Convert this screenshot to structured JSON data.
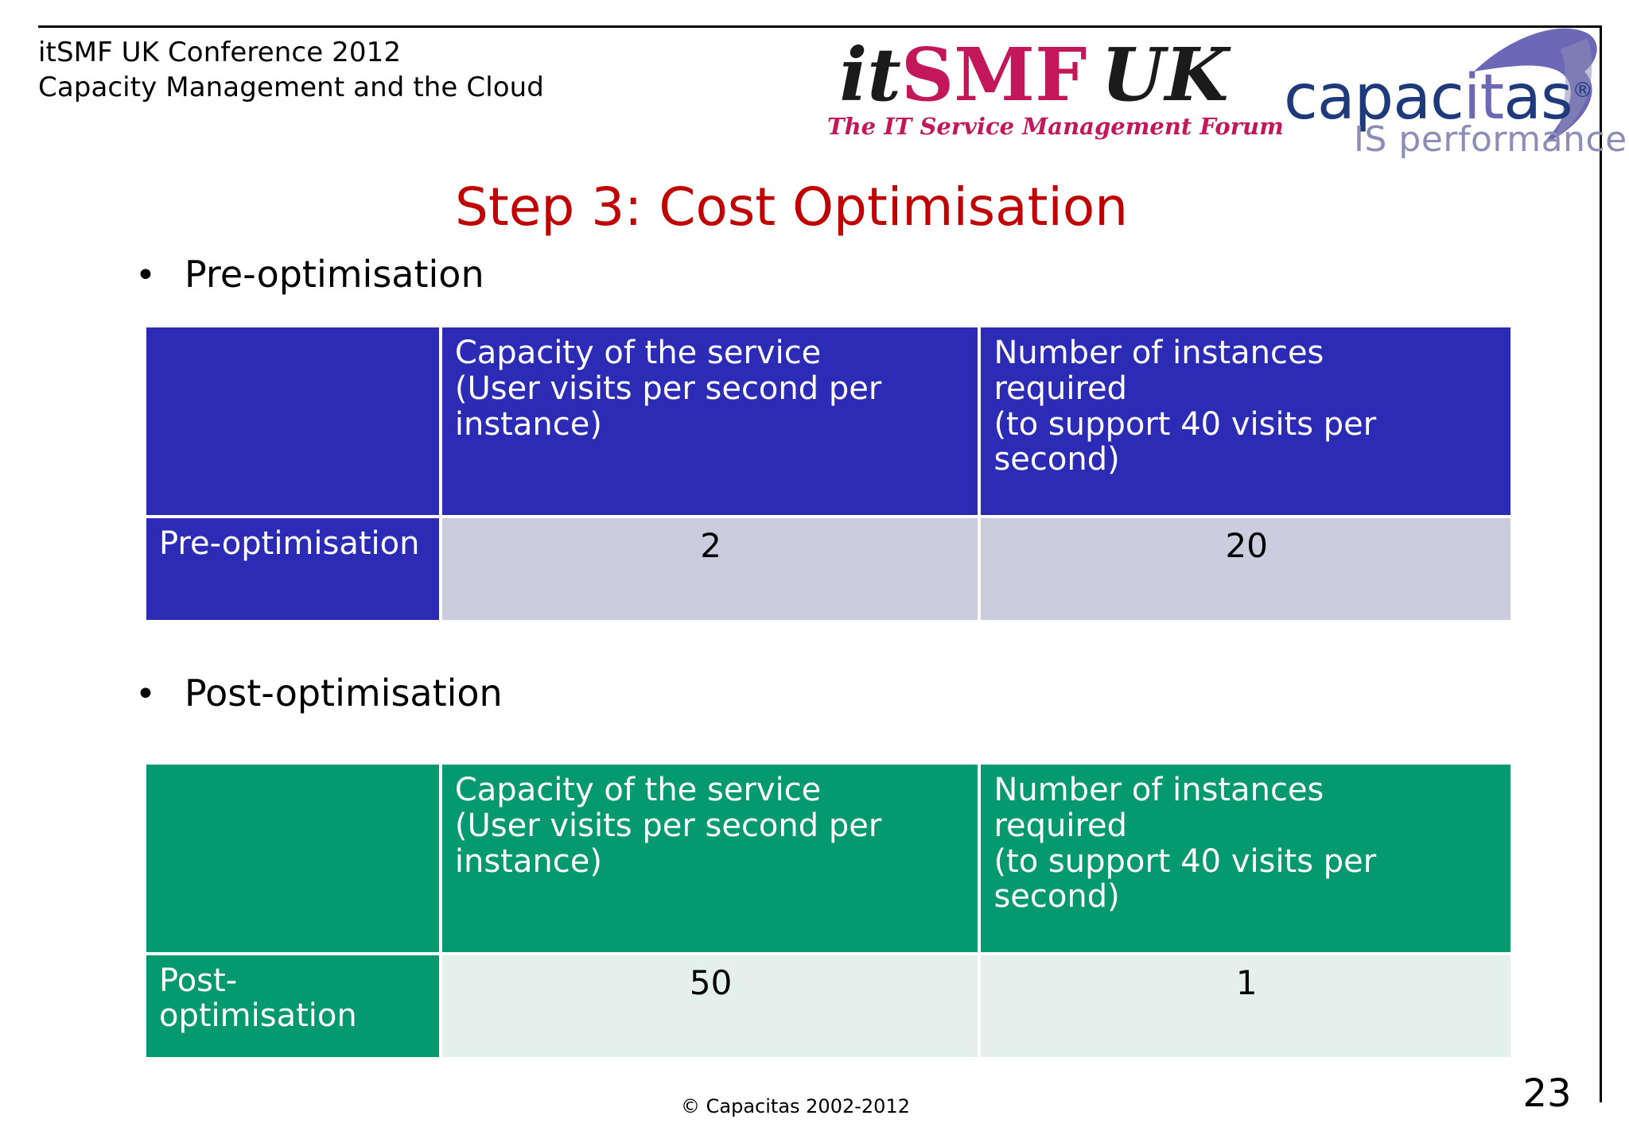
{
  "header": {
    "line1": "itSMF UK Conference 2012",
    "line2": "Capacity Management and the Cloud"
  },
  "logos": {
    "itsmf": {
      "part_it": "it",
      "part_smf": "SMF",
      "part_uk": "UK",
      "tagline": "The IT Service Management Forum",
      "color_black": "#1b1b1b",
      "color_crimson": "#c2185b"
    },
    "capacitas": {
      "part_capac": "capac",
      "part_it": "it",
      "part_as": "as",
      "registered": "®",
      "tagline": "IS performance",
      "color_navy": "#1f3a7a",
      "color_purple": "#6b68b5",
      "color_tagline": "#8d8db5"
    }
  },
  "title": "Step 3: Cost Optimisation",
  "title_color": "#c00000",
  "bullets": [
    {
      "marker": "•",
      "label": "Pre-optimisation"
    },
    {
      "marker": "•",
      "label": "Post-optimisation"
    }
  ],
  "tables": [
    {
      "id": "pre",
      "theme": "blue",
      "header_bg": "#2b2bb5",
      "body_bg": "#ccccdf",
      "headers": [
        "",
        "Capacity of the service\n(User visits per second per instance)",
        "Number of instances required\n(to support 40 visits per second)"
      ],
      "header_col2_line1": "Capacity of the service",
      "header_col2_line2": "(User visits per second per",
      "header_col2_line3": "instance)",
      "header_col3_line1": "Number of instances",
      "header_col3_line2": "required",
      "header_col3_line3": "(to support 40 visits per",
      "header_col3_line4": "second)",
      "row_label": "Pre-optimisation",
      "row_capacity": "2",
      "row_instances": "20"
    },
    {
      "id": "post",
      "theme": "green",
      "header_bg": "#05996f",
      "body_bg": "#e3f0ec",
      "headers": [
        "",
        "Capacity of the service\n(User visits per second per instance)",
        "Number of instances required\n(to support 40 visits per second)"
      ],
      "header_col2_line1": "Capacity of the service",
      "header_col2_line2": "(User visits per second per",
      "header_col2_line3": "instance)",
      "header_col3_line1": "Number of instances",
      "header_col3_line2": "required",
      "header_col3_line3": "(to support 40 visits per",
      "header_col3_line4": "second)",
      "row_label": "Post-optimisation",
      "row_capacity": "50",
      "row_instances": "1"
    }
  ],
  "footer": {
    "copyright": "© Capacitas 2002-2012",
    "page_number": "23"
  }
}
